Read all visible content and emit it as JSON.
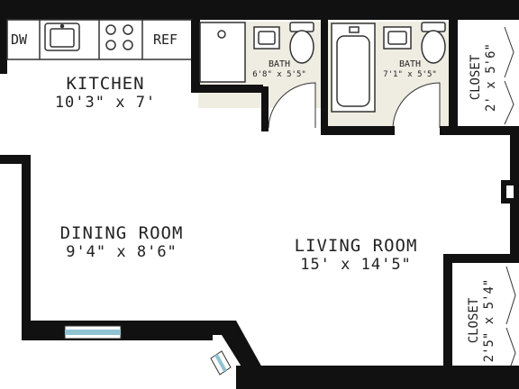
{
  "rooms": {
    "kitchen": {
      "name": "KITCHEN",
      "dims": "10'3\" x 7'"
    },
    "dining": {
      "name": "DINING ROOM",
      "dims": "9'4\" x 8'6\""
    },
    "living": {
      "name": "LIVING ROOM",
      "dims": "15' x 14'5\""
    },
    "bath1": {
      "name": "BATH",
      "dims": "6'8\" x 5'5\""
    },
    "bath2": {
      "name": "BATH",
      "dims": "7'1\" x 5'5\""
    },
    "closet1": {
      "name": "CLOSET",
      "dims": "2' x 5'6\""
    },
    "closet2": {
      "name": "CLOSET",
      "dims": "2'5\" x 5'4\""
    }
  },
  "fixtures": {
    "dishwasher": "DW",
    "refrigerator": "REF"
  },
  "colors": {
    "wall": "#111111",
    "window": "#8fc3d3",
    "tile": "#efece2"
  }
}
